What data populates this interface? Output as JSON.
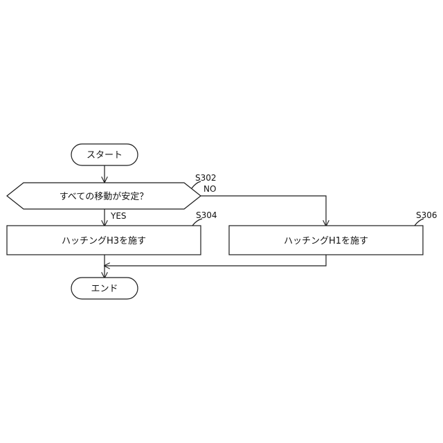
{
  "flowchart": {
    "nodes": {
      "start": {
        "label": "スタート",
        "shape": "terminal"
      },
      "decision": {
        "label": "すべての移動が安定？",
        "shape": "decision",
        "ref": "S302"
      },
      "hatch_h3": {
        "label": "ハッチングH3を施す",
        "shape": "process",
        "ref": "S304"
      },
      "hatch_h1": {
        "label": "ハッチングH1を施す",
        "shape": "process",
        "ref": "S306"
      },
      "end": {
        "label": "エンド",
        "shape": "terminal"
      }
    },
    "branches": {
      "yes": "YES",
      "no": "NO"
    },
    "edges": [
      {
        "from": "start",
        "to": "decision"
      },
      {
        "from": "decision",
        "to": "hatch_h3",
        "label": "YES"
      },
      {
        "from": "decision",
        "to": "hatch_h1",
        "label": "NO"
      },
      {
        "from": "hatch_h3",
        "to": "end"
      },
      {
        "from": "hatch_h1",
        "to": "end"
      }
    ]
  }
}
